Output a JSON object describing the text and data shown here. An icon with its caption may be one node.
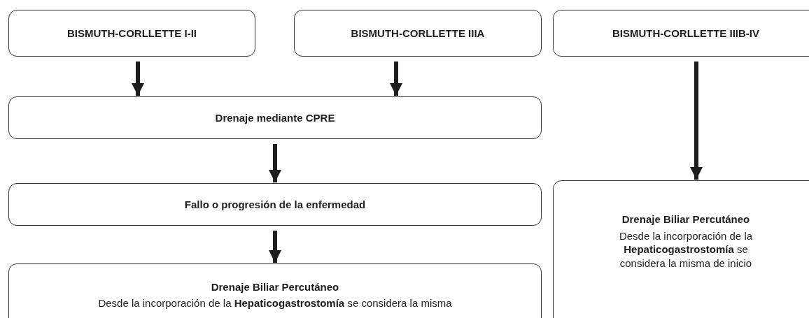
{
  "diagram": {
    "nodes": [
      {
        "text": [
          "BISMUTH-CORLLETTE I-II"
        ]
      },
      {
        "text": [
          "BISMUTH-CORLLETTE IIIA"
        ]
      },
      {
        "text": [
          "BISMUTH-CORLLETTE IIIB-IV"
        ]
      },
      {
        "text": [
          "Drenaje mediante CPRE"
        ]
      },
      {
        "text": [
          "Fallo o progresión de la enfermedad"
        ]
      },
      {
        "text": [
          "Drenaje Biliar Percutáneo",
          "Desde la incorporación de la **Hepaticogastrostomía** se considera la misma de inicio"
        ]
      },
      {
        "text": [
          "Drenaje Biliar Percutáneo",
          "Desde la incorporación de la **Hepaticogastrostomía** se considera la misma"
        ]
      }
    ],
    "edges": [
      {
        "from": 0,
        "to": 3,
        "arrow": "to"
      },
      {
        "from": 1,
        "to": 3,
        "arrow": "to"
      },
      {
        "from": 2,
        "to": 5,
        "arrow": "to"
      },
      {
        "from": 3,
        "to": 4,
        "arrow": "to"
      },
      {
        "from": 4,
        "to": 6,
        "arrow": "to"
      }
    ]
  }
}
